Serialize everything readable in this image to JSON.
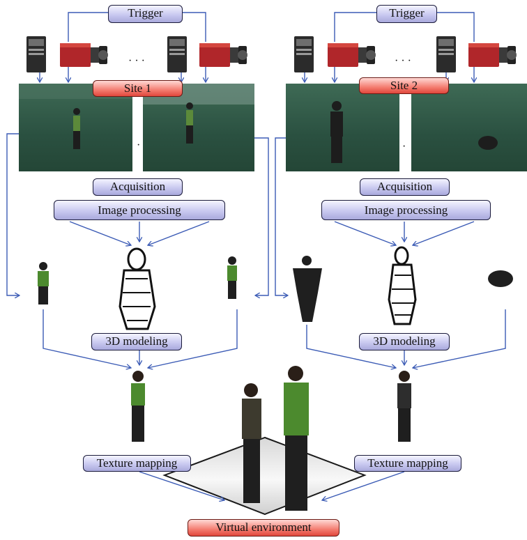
{
  "labels": {
    "trigger": "Trigger",
    "site1": "Site 1",
    "site2": "Site 2",
    "acquisition": "Acquisition",
    "image_processing": "Image processing",
    "modeling": "3D modeling",
    "texture_mapping": "Texture mapping",
    "virtual_environment": "Virtual environment",
    "ellipsis": "· · ·"
  },
  "colors": {
    "arrow": "#3b5bb5",
    "label_blue": "#c9c9f0",
    "label_red": "#f47c70",
    "camera_body": "#b0262a",
    "scene_green": "#2f5a45"
  }
}
